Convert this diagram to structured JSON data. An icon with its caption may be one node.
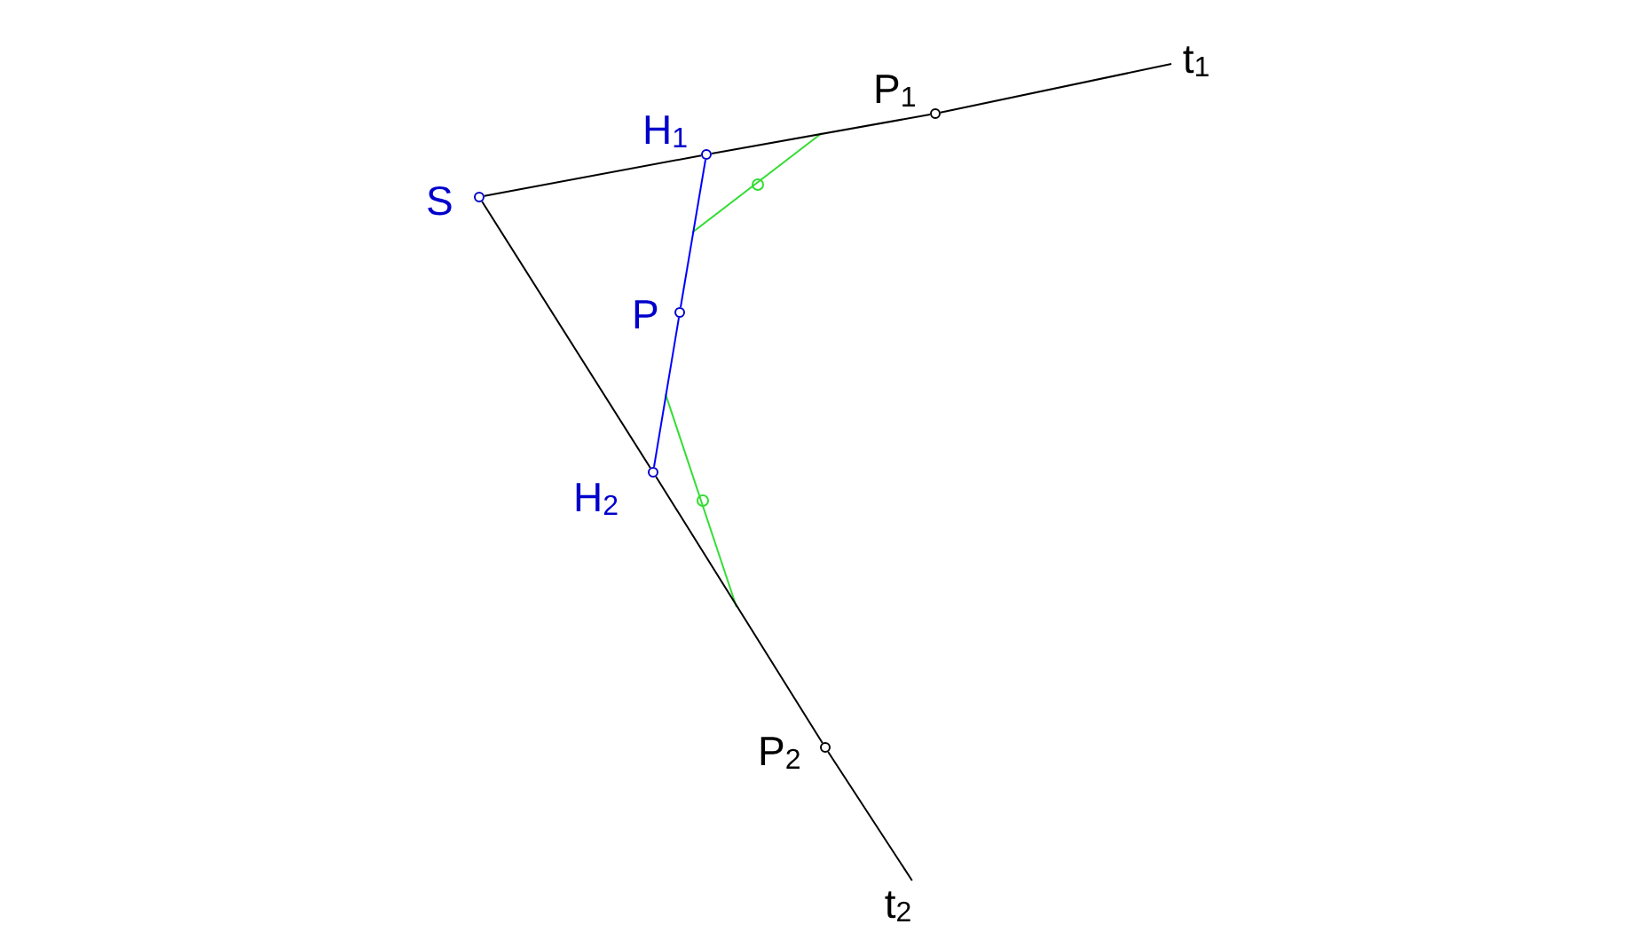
{
  "diagram": {
    "nodes": [
      {
        "text": [],
        "shape": "circle",
        "beside": [
          "S"
        ]
      },
      {
        "text": [],
        "shape": "circle",
        "beside": [
          "H$_{1}$"
        ]
      },
      {
        "text": [],
        "shape": "circle",
        "beside": [
          "P$_{1}$"
        ]
      },
      {
        "text": [
          "t$_{1}$"
        ]
      },
      {
        "text": [],
        "shape": "circle",
        "beside": [
          "P"
        ]
      },
      {
        "text": [],
        "shape": "circle",
        "beside": [
          "H$_{2}$"
        ]
      },
      {
        "text": [],
        "shape": "circle",
        "beside": [
          "P$_{2}$"
        ]
      },
      {
        "text": [
          "t$_{2}$"
        ]
      }
    ],
    "edges": [
      {
        "from": 0,
        "to": 1,
        "arrow": "none"
      },
      {
        "from": 1,
        "to": 2,
        "arrow": "none"
      },
      {
        "from": 2,
        "to": 3,
        "arrow": "none"
      },
      {
        "from": 0,
        "to": 5,
        "arrow": "none"
      },
      {
        "from": 5,
        "to": 6,
        "arrow": "none"
      },
      {
        "from": 6,
        "to": 7,
        "arrow": "none"
      },
      {
        "from": 1,
        "to": 4,
        "arrow": "none",
        "color": "#0000ff"
      },
      {
        "from": 4,
        "to": 5,
        "arrow": "none",
        "color": "#0000ff"
      }
    ]
  }
}
